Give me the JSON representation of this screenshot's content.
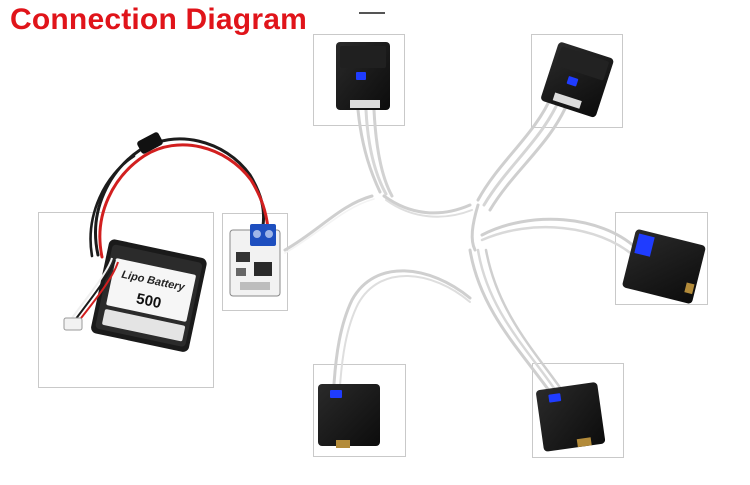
{
  "title": "Connection Diagram",
  "battery": {
    "brand_label": "Lipo Battery",
    "capacity_label": "500"
  },
  "colors": {
    "title": "#e0141a",
    "frame": "#c9c9c9",
    "wire_red": "#d21f1f",
    "wire_black": "#1c1c1c",
    "servo_body": "#141414",
    "servo_led": "#1f3cff",
    "pcb": "#f2f2f2",
    "terminal": "#1e4fbf",
    "signal_wire": "#eeeeee"
  },
  "servos": [
    {
      "name": "servo-top-center"
    },
    {
      "name": "servo-top-right"
    },
    {
      "name": "servo-right-middle"
    },
    {
      "name": "servo-bottom-right"
    },
    {
      "name": "servo-bottom-left"
    }
  ]
}
